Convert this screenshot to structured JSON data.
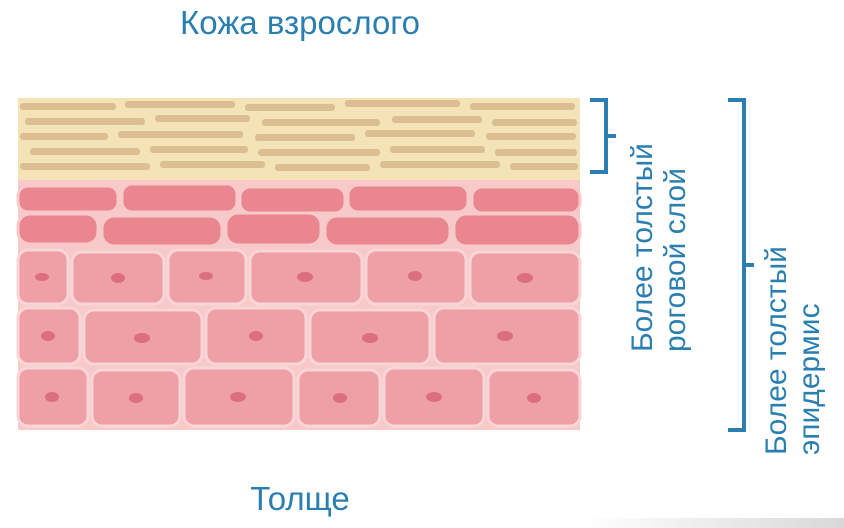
{
  "title": "Кожа взрослого",
  "bottom_label": "Толще",
  "bracket_labels": {
    "stratum_corneum": [
      "Более толстый",
      "роговой слой"
    ],
    "epidermis": [
      "Более толстый",
      "эпидермис"
    ]
  },
  "colors": {
    "text": "#2a7fb0",
    "stratum_corneum": "#f3e3b7",
    "corneum_flakes": "#d8b98c",
    "cells_outer": "#ef9aa0",
    "cells_inner": "#e57b86",
    "nucleus": "#d45f6f"
  }
}
